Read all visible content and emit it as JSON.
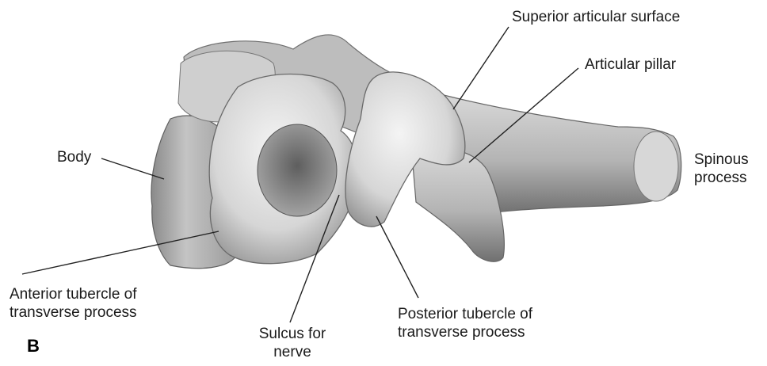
{
  "panel_letter": "B",
  "labels": {
    "superior_articular_surface": "Superior articular surface",
    "articular_pillar": "Articular pillar",
    "body": "Body",
    "spinous_process_line1": "Spinous",
    "spinous_process_line2": "process",
    "anterior_tubercle_line1": "Anterior tubercle of",
    "anterior_tubercle_line2": "transverse process",
    "sulcus_line1": "Sulcus for",
    "sulcus_line2": "nerve",
    "posterior_tubercle_line1": "Posterior tubercle of",
    "posterior_tubercle_line2": "transverse process"
  },
  "colors": {
    "bone_light": "#f2f2f2",
    "bone_mid": "#c9c9c9",
    "bone_dark": "#7a7a7a",
    "leader_line": "#222222"
  }
}
